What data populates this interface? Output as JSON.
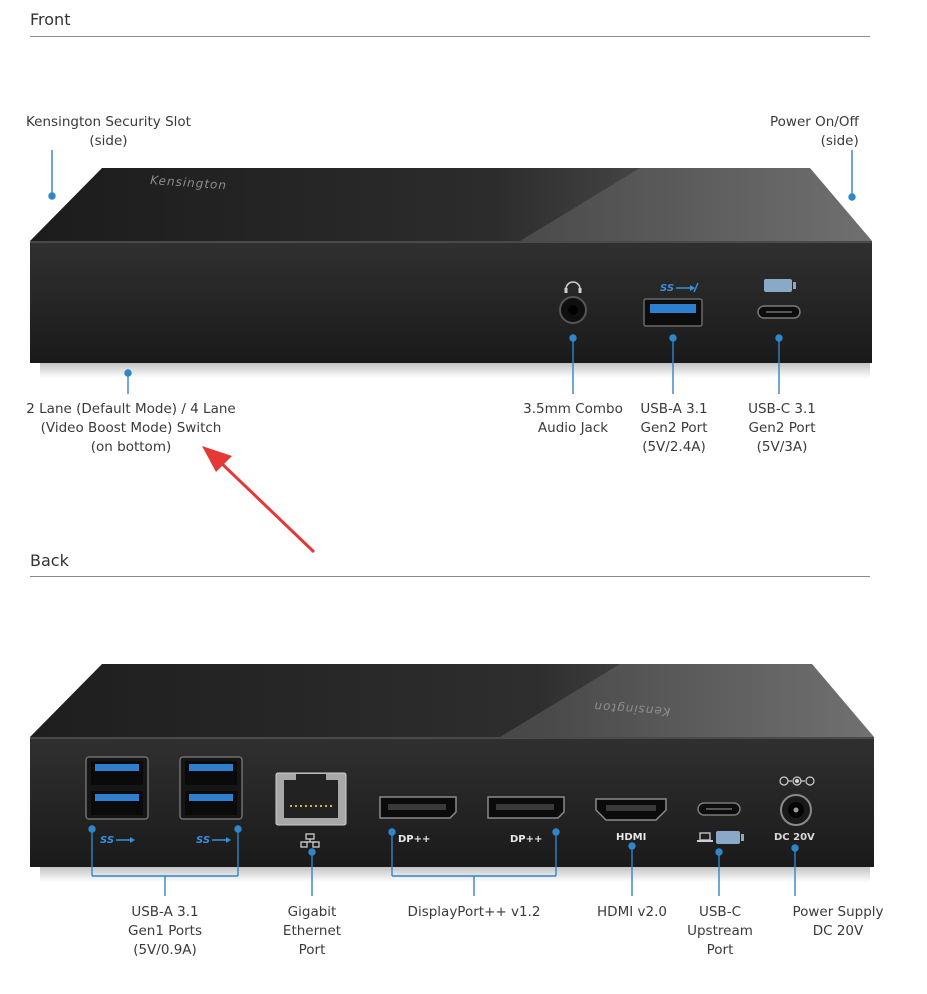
{
  "front": {
    "heading": "Front",
    "brand": "Kensington",
    "labels": {
      "security_slot": [
        "Kensington Security Slot",
        "(side)"
      ],
      "power": [
        "Power On/Off",
        "(side)"
      ],
      "lane_switch": [
        "2 Lane (Default Mode) / 4 Lane",
        "(Video Boost Mode) Switch",
        "(on bottom)"
      ],
      "audio": [
        "3.5mm Combo",
        "Audio Jack"
      ],
      "usba": [
        "USB-A 3.1",
        "Gen2 Port",
        "(5V/2.4A)"
      ],
      "usbc": [
        "USB-C 3.1",
        "Gen2 Port",
        "(5V/3A)"
      ]
    },
    "port_marks": {
      "ss": "SS"
    }
  },
  "back": {
    "heading": "Back",
    "brand": "Kensington",
    "port_marks": {
      "dp1": "DP++",
      "dp2": "DP++",
      "hdmi": "HDMI",
      "dc": "DC 20V",
      "ss": "SS"
    },
    "labels": {
      "usba": [
        "USB-A 3.1",
        "Gen1 Ports",
        "(5V/0.9A)"
      ],
      "ethernet": [
        "Gigabit",
        "Ethernet",
        "Port"
      ],
      "displayport": [
        "DisplayPort++ v1.2"
      ],
      "hdmi": [
        "HDMI v2.0"
      ],
      "usbc": [
        "USB-C",
        "Upstream",
        "Port"
      ],
      "power": [
        "Power Supply",
        "DC 20V"
      ]
    }
  },
  "colors": {
    "callout": "#2f86c9",
    "arrow": "#e53935",
    "device": "#2a2a2a"
  }
}
